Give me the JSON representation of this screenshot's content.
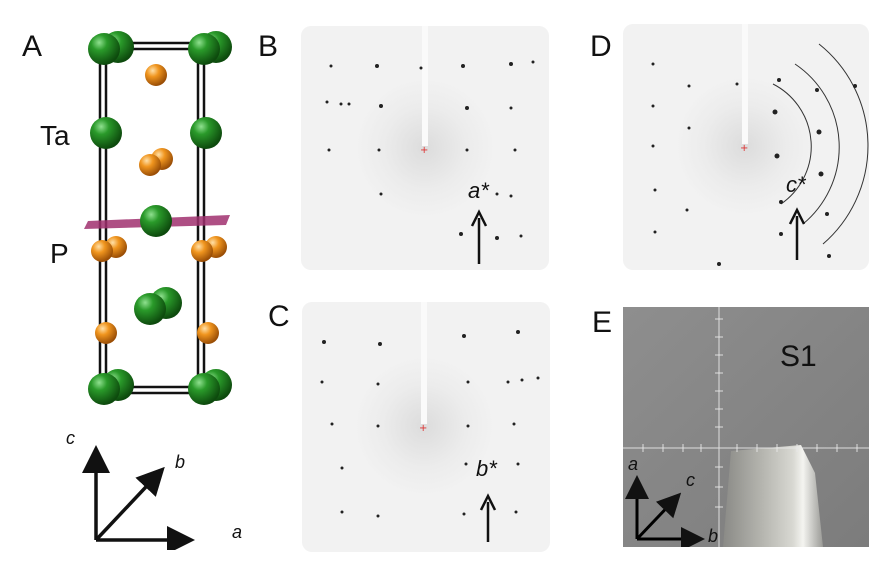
{
  "panels": {
    "a": "A",
    "b": "B",
    "c": "C",
    "d": "D",
    "e": "E"
  },
  "structure": {
    "elements": [
      "Ta",
      "P"
    ],
    "axes": [
      "c",
      "b",
      "a"
    ],
    "colors": {
      "ta": "#1f8a1f",
      "p": "#e08a1a",
      "plane": "#a0306f"
    }
  },
  "diffraction": {
    "b_label": "a*",
    "c_label": "b*",
    "d_label": "c*"
  },
  "photo": {
    "sample": "S1",
    "axes": [
      "a",
      "c",
      "b"
    ]
  }
}
